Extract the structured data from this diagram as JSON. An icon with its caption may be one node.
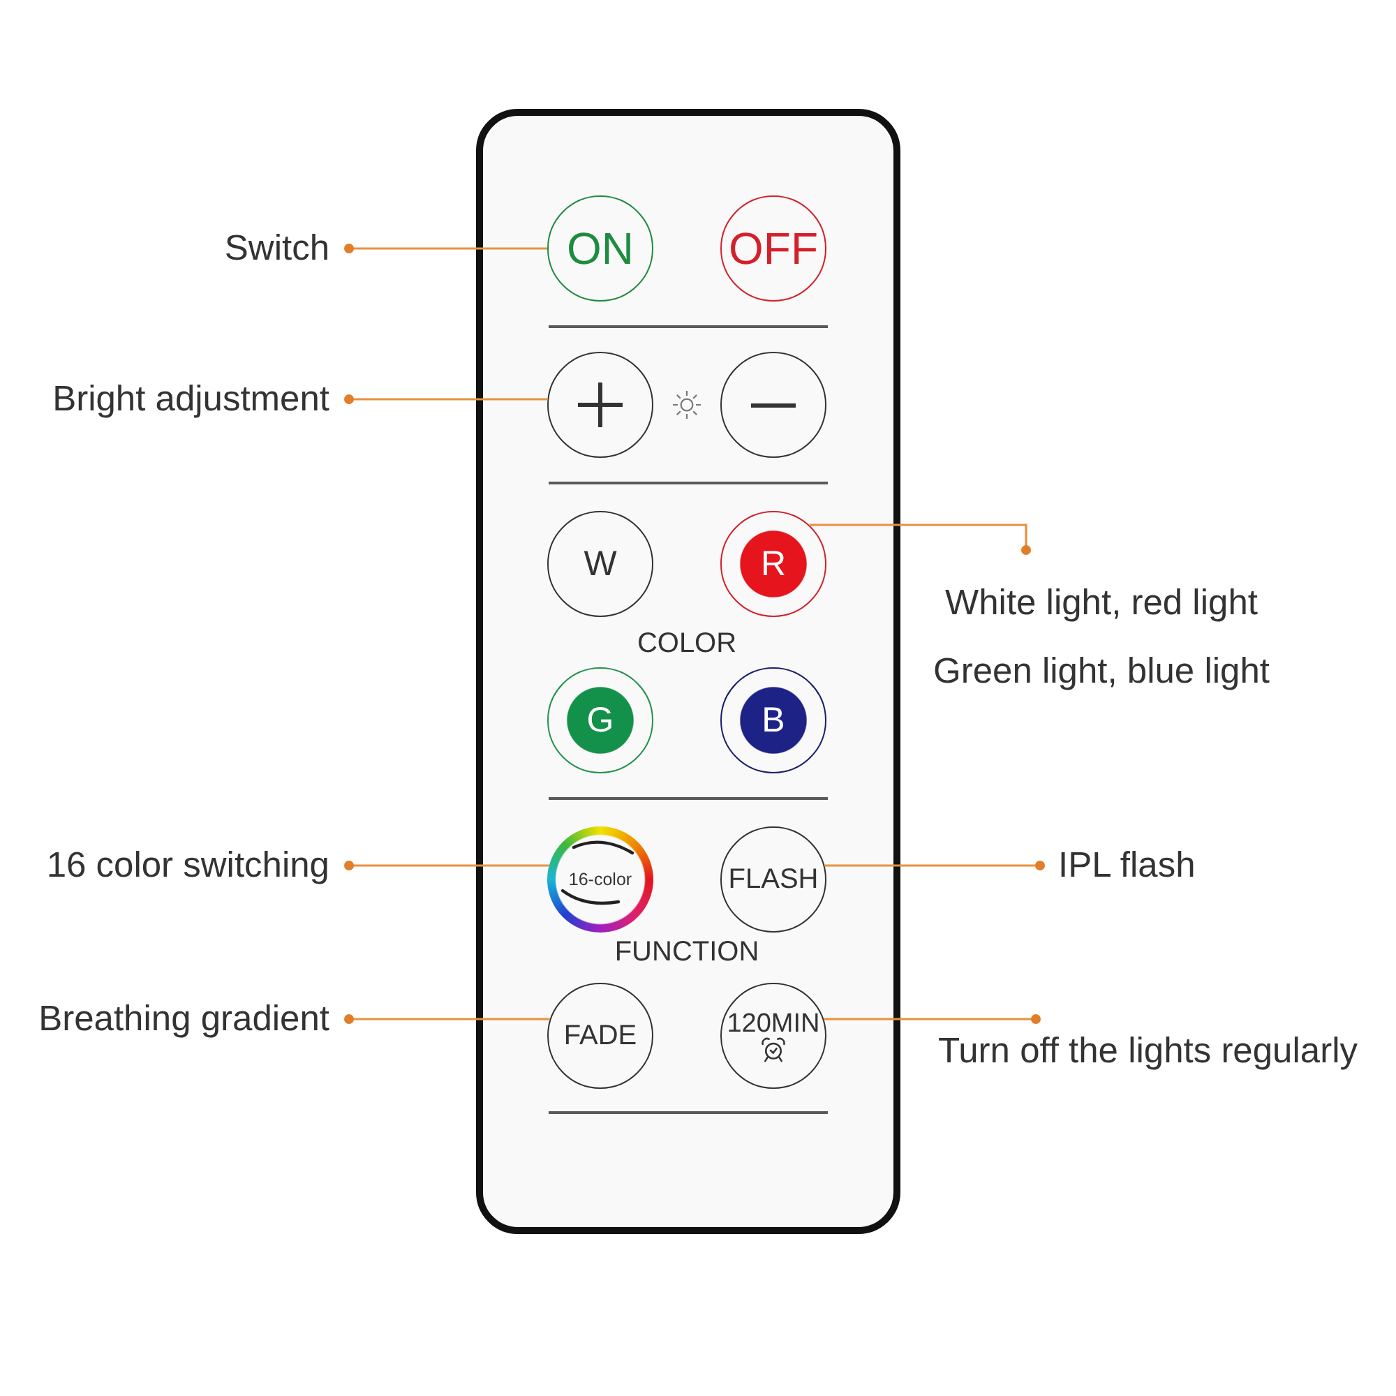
{
  "diagram": {
    "nodes": [
      {
        "text": [],
        "shape": "box"
      },
      {
        "text": [
          "ON"
        ],
        "in": 0
      },
      {
        "text": [
          "OFF"
        ],
        "in": 0
      },
      {
        "text": [],
        "shape": "circle",
        "in": 0
      },
      {
        "text": [],
        "shape": "circle",
        "in": 0
      },
      {
        "text": [
          "W"
        ],
        "in": 0
      },
      {
        "text": [
          "R"
        ],
        "in": 0
      },
      {
        "text": [
          "G"
        ],
        "in": 0
      },
      {
        "text": [
          "B"
        ],
        "in": 0
      },
      {
        "text": [
          "16-color"
        ],
        "in": 0
      },
      {
        "text": [
          "FLASH"
        ],
        "in": 0
      },
      {
        "text": [
          "FADE"
        ],
        "in": 0
      },
      {
        "text": [
          "120MIN"
        ],
        "in": 0
      },
      {
        "text": [
          "Switch"
        ]
      },
      {
        "text": [
          "Bright adjustment"
        ]
      },
      {
        "text": [
          "White light, red light",
          "Green light, blue light"
        ]
      },
      {
        "text": [
          "16 color switching"
        ]
      },
      {
        "text": [
          "IPL flash"
        ]
      },
      {
        "text": [
          "Breathing gradient"
        ]
      },
      {
        "text": [
          "Turn off the lights regularly"
        ]
      }
    ],
    "edges": [
      {
        "from": 13,
        "to": 1,
        "arrow": "other"
      },
      {
        "from": 14,
        "to": 3,
        "arrow": "other"
      },
      {
        "from": 15,
        "to": 6,
        "arrow": "other"
      },
      {
        "from": 16,
        "to": 9,
        "arrow": "other"
      },
      {
        "from": 17,
        "to": 10,
        "arrow": "other"
      },
      {
        "from": 18,
        "to": 11,
        "arrow": "other"
      },
      {
        "from": 19,
        "to": 12,
        "arrow": "other"
      }
    ],
    "labels": [
      "COLOR",
      "FUNCTION"
    ]
  }
}
